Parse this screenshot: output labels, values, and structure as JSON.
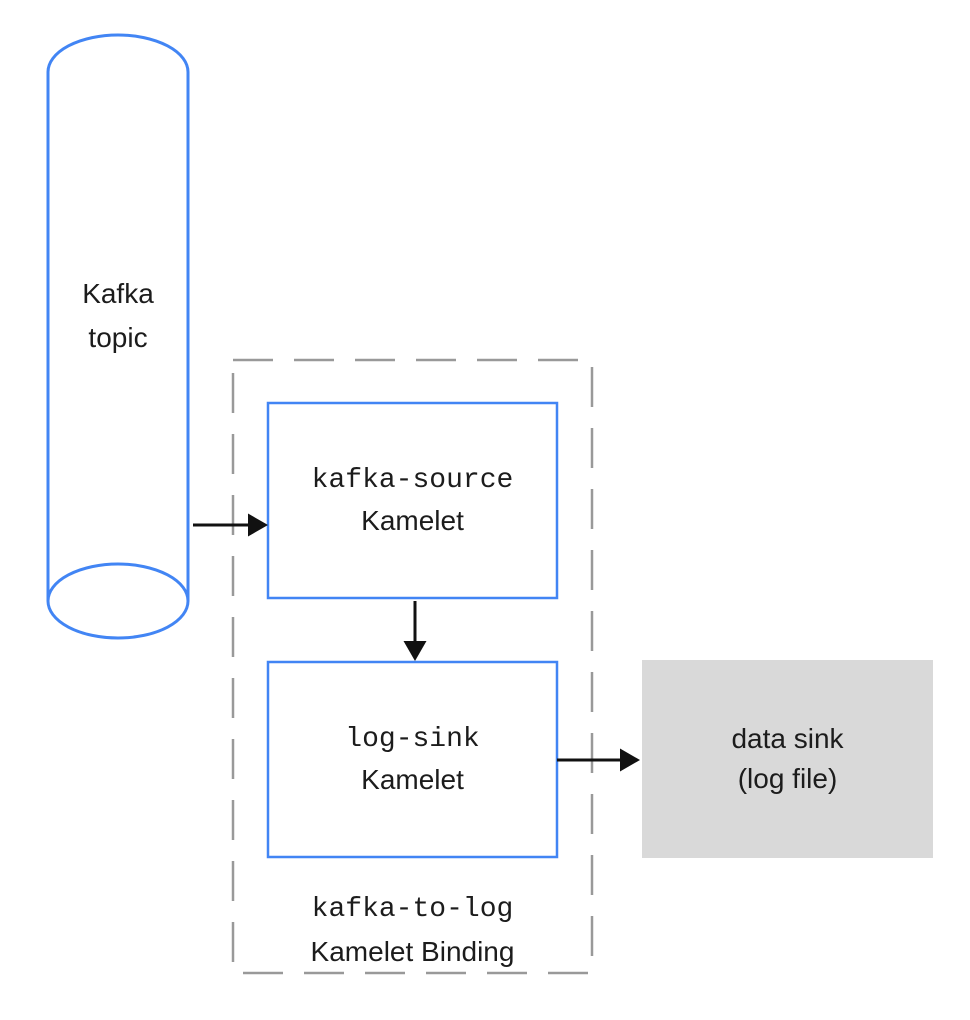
{
  "cylinder": {
    "label_line1": "Kafka",
    "label_line2": "topic"
  },
  "source_kamelet": {
    "name": "kafka-source",
    "type_label": "Kamelet"
  },
  "sink_kamelet": {
    "name": "log-sink",
    "type_label": "Kamelet"
  },
  "binding": {
    "name": "kafka-to-log",
    "type_label": "Kamelet Binding"
  },
  "data_sink": {
    "label_line1": "data sink",
    "label_line2": "(log file)"
  },
  "arrows": {
    "topic_to_source": "arrow from Kafka topic to kafka-source Kamelet",
    "source_to_sink": "arrow from kafka-source Kamelet to log-sink Kamelet",
    "sink_to_datasink": "arrow from log-sink Kamelet to data sink"
  },
  "colors": {
    "shape_stroke": "#4285f4",
    "binding_border": "#999999",
    "data_sink_fill": "#d9d9d9",
    "arrow": "#111111",
    "text": "#1c1c1c",
    "background": "#ffffff"
  }
}
